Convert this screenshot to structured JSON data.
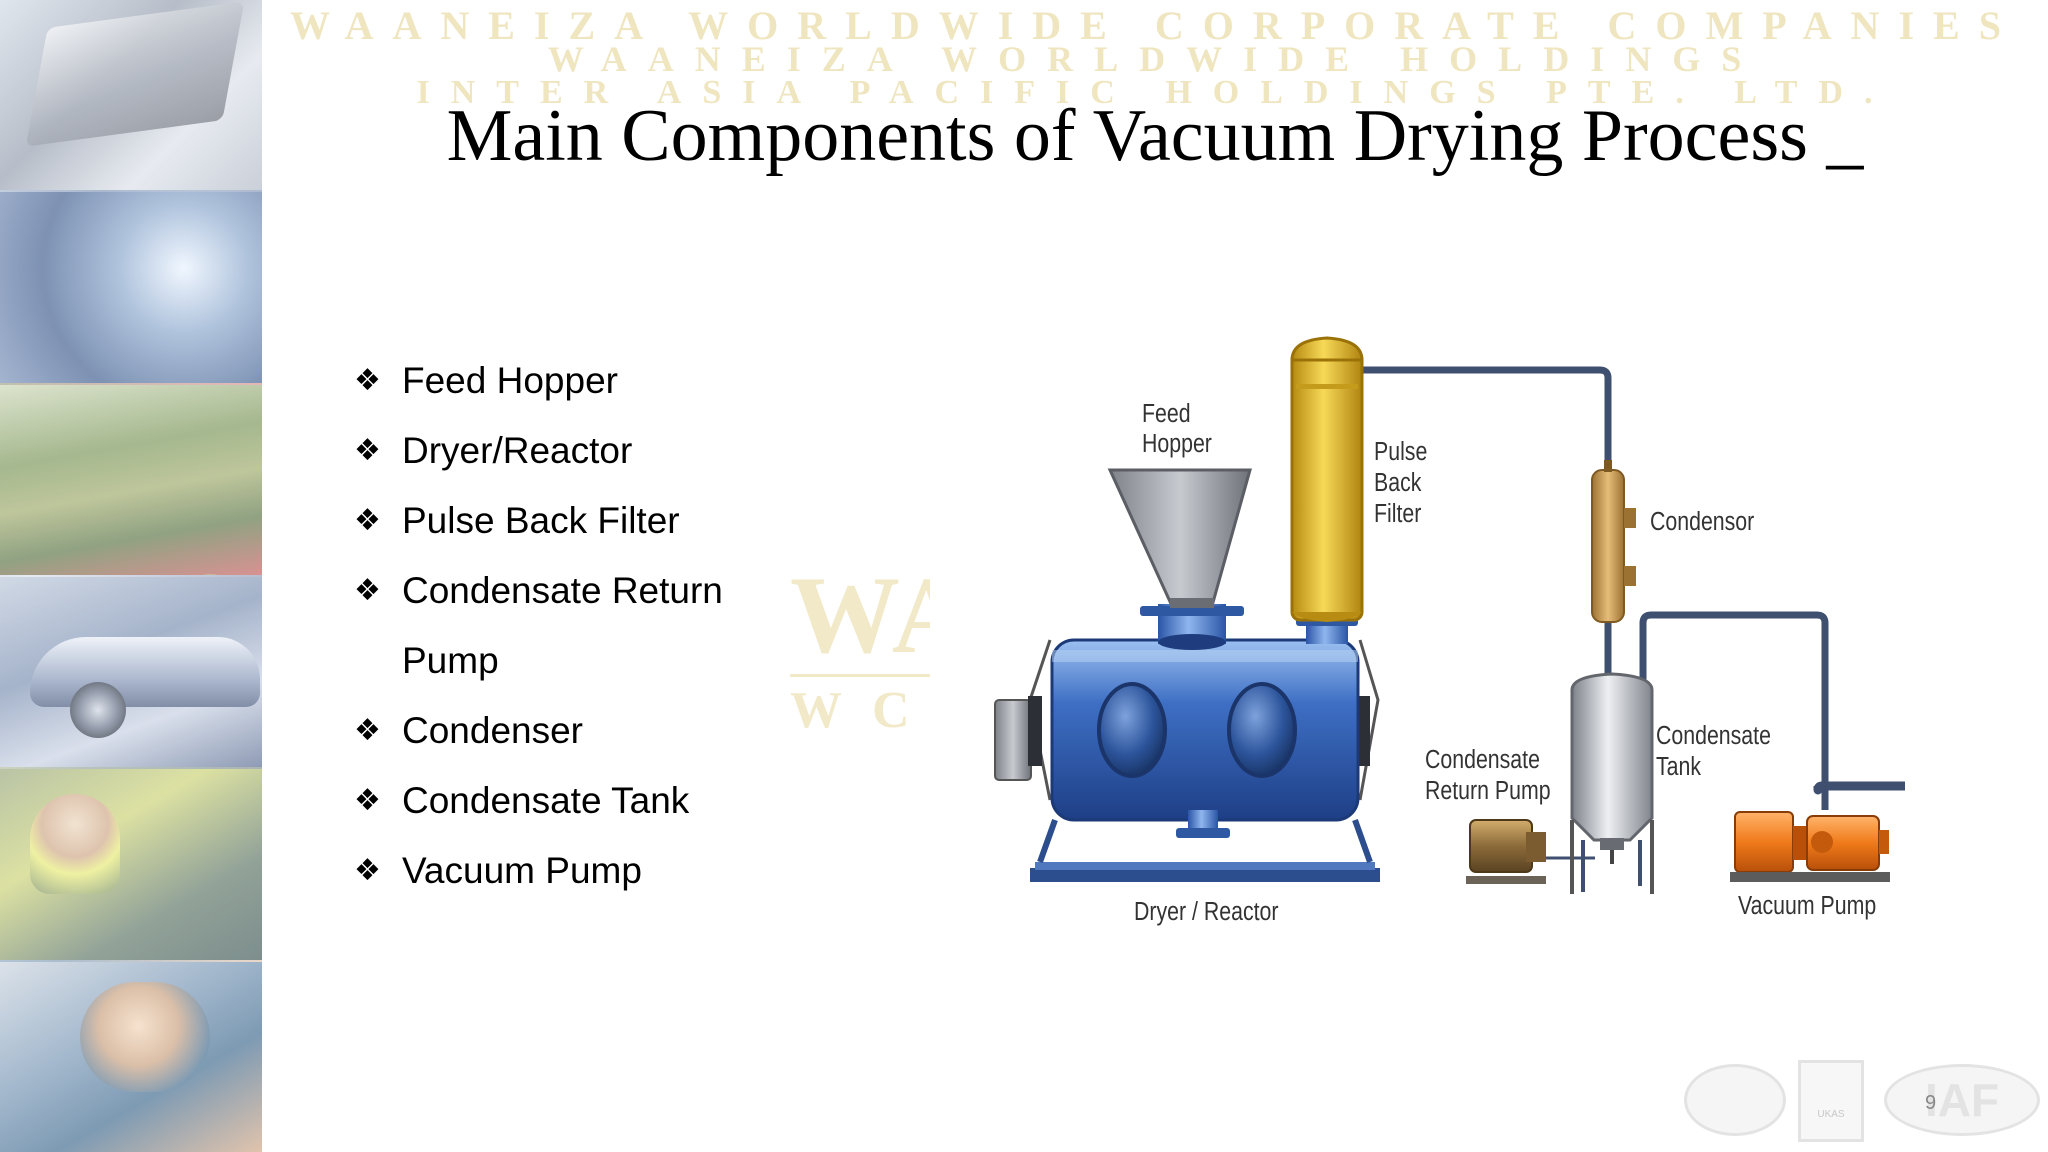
{
  "watermark": {
    "line1": "WAANEIZA WORLDWIDE CORPORATE COMPANIES",
    "line2": "WAANEIZA WORLDWIDE HOLDINGS",
    "line3": "INTER ASIA PACIFIC HOLDINGS PTE. LTD."
  },
  "slide": {
    "title": "Main Components of Vacuum Drying Process _",
    "bullet_glyph": "❖",
    "bullets": [
      "Feed Hopper",
      "Dryer/Reactor",
      "Pulse Back Filter",
      "Condensate Return Pump",
      "Condenser",
      "Condensate Tank",
      "Vacuum Pump"
    ],
    "page_number": "9"
  },
  "diagram": {
    "labels": {
      "feed_hopper": [
        "Feed",
        "Hopper"
      ],
      "pulse_back_filter": [
        "Pulse",
        "Back",
        "Filter"
      ],
      "condensor": "Condensor",
      "condensate_return_pump": [
        "Condensate",
        "Return Pump"
      ],
      "condensate_tank": [
        "Condensate",
        "Tank"
      ],
      "dryer_reactor": "Dryer / Reactor",
      "vacuum_pump": "Vacuum Pump"
    }
  },
  "colors": {
    "dryer_blue": "#3e6fc4",
    "filter_gold": "#e2b620",
    "condensor_tan": "#c99b52",
    "tank_silver": "#b9bdc4",
    "pump_orange": "#f07a1a",
    "pump_brown": "#8c6b3a",
    "pipe": "#3f4f70"
  },
  "footer": {
    "logo_mid_text": "UKAS",
    "logo_right_text": "IAF"
  }
}
